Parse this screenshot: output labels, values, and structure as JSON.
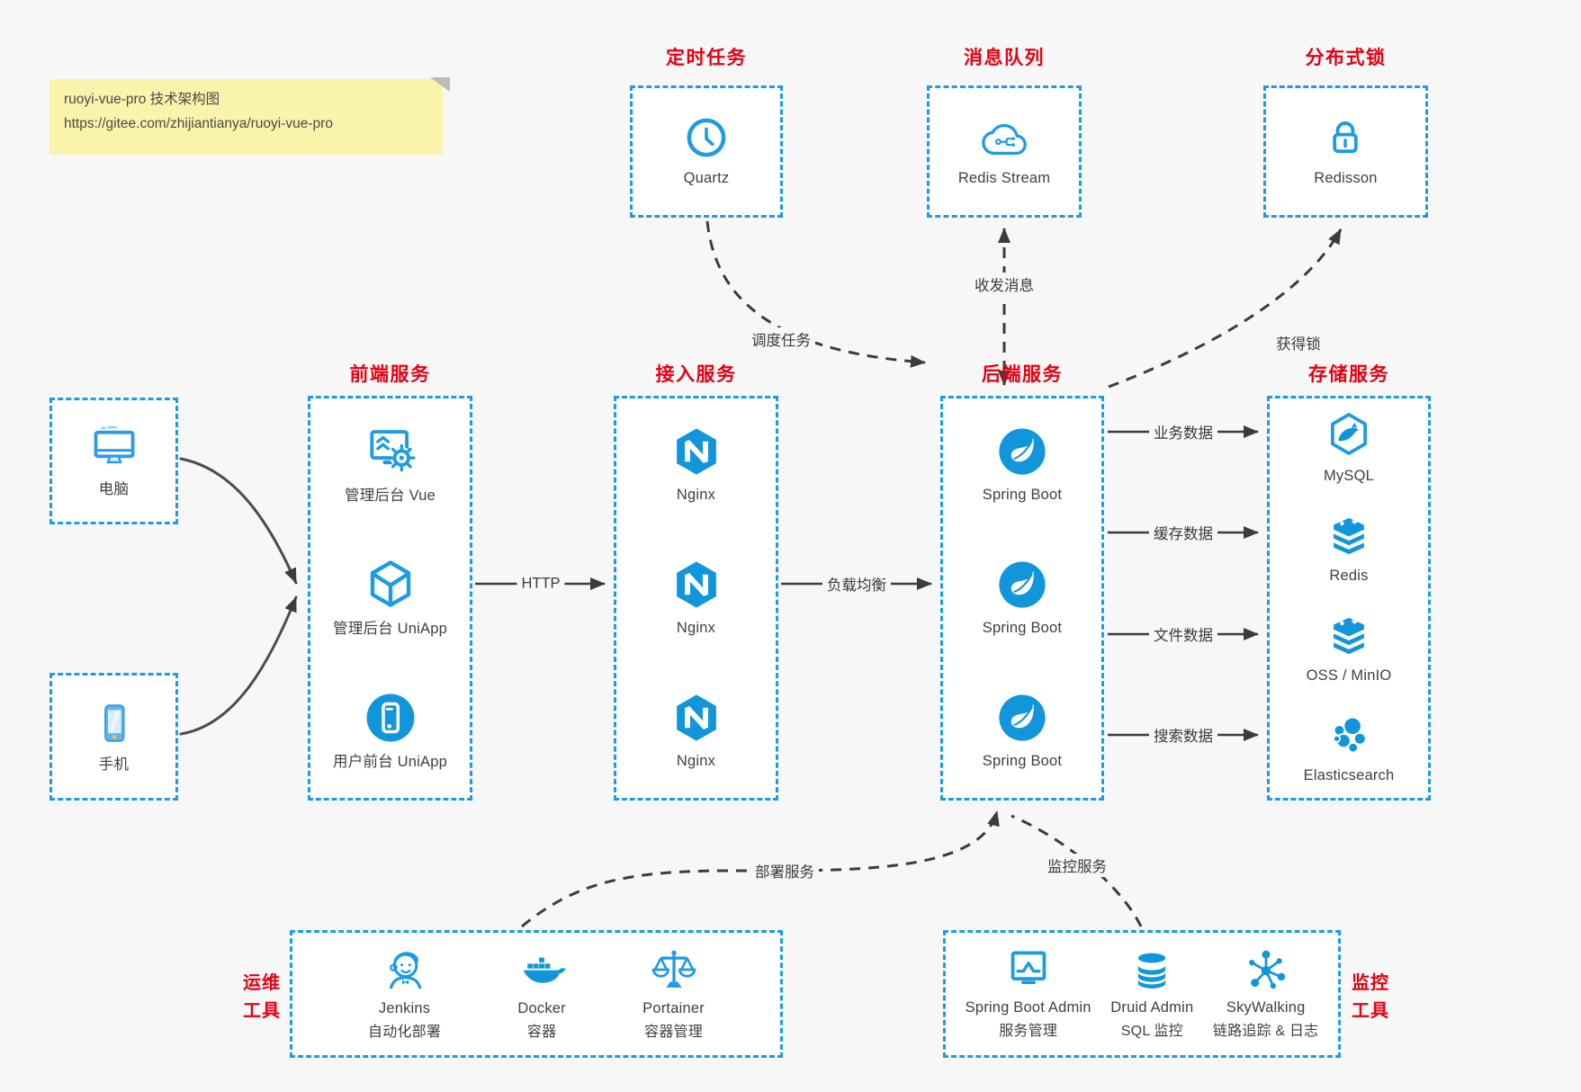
{
  "note": {
    "line1": "ruoyi-vue-pro 技术架构图",
    "line2": "https://gitee.com/zhijiantianya/ruoyi-vue-pro"
  },
  "colors": {
    "accent_blue": "#1296db",
    "box_border_blue": "#1b9ce5",
    "title_red": "#e60012",
    "note_bg": "#faf3ab",
    "canvas_bg": "#f7f7f8",
    "arrow_dark": "#3c3c3c"
  },
  "top_services": [
    {
      "title": "定时任务",
      "icon": "clock-icon",
      "label": "Quartz"
    },
    {
      "title": "消息队列",
      "icon": "cloud-queue-icon",
      "label": "Redis Stream"
    },
    {
      "title": "分布式锁",
      "icon": "lock-icon",
      "label": "Redisson"
    }
  ],
  "clients": [
    {
      "icon": "desktop-icon",
      "label": "电脑"
    },
    {
      "icon": "smartphone-icon",
      "label": "手机"
    }
  ],
  "frontend": {
    "title": "前端服务",
    "items": [
      {
        "icon": "admin-vue-icon",
        "label": "管理后台 Vue"
      },
      {
        "icon": "uniapp-cube-icon",
        "label": "管理后台 UniApp"
      },
      {
        "icon": "user-app-icon",
        "label": "用户前台 UniApp"
      }
    ]
  },
  "gateway": {
    "title": "接入服务",
    "items": [
      {
        "icon": "nginx-icon",
        "label": "Nginx"
      },
      {
        "icon": "nginx-icon",
        "label": "Nginx"
      },
      {
        "icon": "nginx-icon",
        "label": "Nginx"
      }
    ]
  },
  "backend": {
    "title": "后端服务",
    "items": [
      {
        "icon": "spring-boot-icon",
        "label": "Spring Boot"
      },
      {
        "icon": "spring-boot-icon",
        "label": "Spring Boot"
      },
      {
        "icon": "spring-boot-icon",
        "label": "Spring Boot"
      }
    ]
  },
  "storage": {
    "title": "存储服务",
    "items": [
      {
        "icon": "mysql-icon",
        "label": "MySQL"
      },
      {
        "icon": "redis-icon",
        "label": "Redis"
      },
      {
        "icon": "oss-icon",
        "label": "OSS / MinIO"
      },
      {
        "icon": "elasticsearch-icon",
        "label": "Elasticsearch"
      }
    ]
  },
  "ops": {
    "label_line1": "运维",
    "label_line2": "工具",
    "items": [
      {
        "icon": "jenkins-icon",
        "label": "Jenkins",
        "sublabel": "自动化部署"
      },
      {
        "icon": "docker-icon",
        "label": "Docker",
        "sublabel": "容器"
      },
      {
        "icon": "portainer-icon",
        "label": "Portainer",
        "sublabel": "容器管理"
      }
    ]
  },
  "monitoring": {
    "label_line1": "监控",
    "label_line2": "工具",
    "items": [
      {
        "icon": "spring-boot-admin-icon",
        "label": "Spring Boot Admin",
        "sublabel": "服务管理"
      },
      {
        "icon": "druid-icon",
        "label": "Druid Admin",
        "sublabel": "SQL 监控"
      },
      {
        "icon": "skywalking-icon",
        "label": "SkyWalking",
        "sublabel": "链路追踪 & 日志"
      }
    ]
  },
  "edges": {
    "http": "HTTP",
    "load_balance": "负载均衡",
    "schedule": "调度任务",
    "messages": "收发消息",
    "get_lock": "获得锁",
    "business_data": "业务数据",
    "cache_data": "缓存数据",
    "file_data": "文件数据",
    "search_data": "搜索数据",
    "deploy": "部署服务",
    "monitor": "监控服务"
  }
}
